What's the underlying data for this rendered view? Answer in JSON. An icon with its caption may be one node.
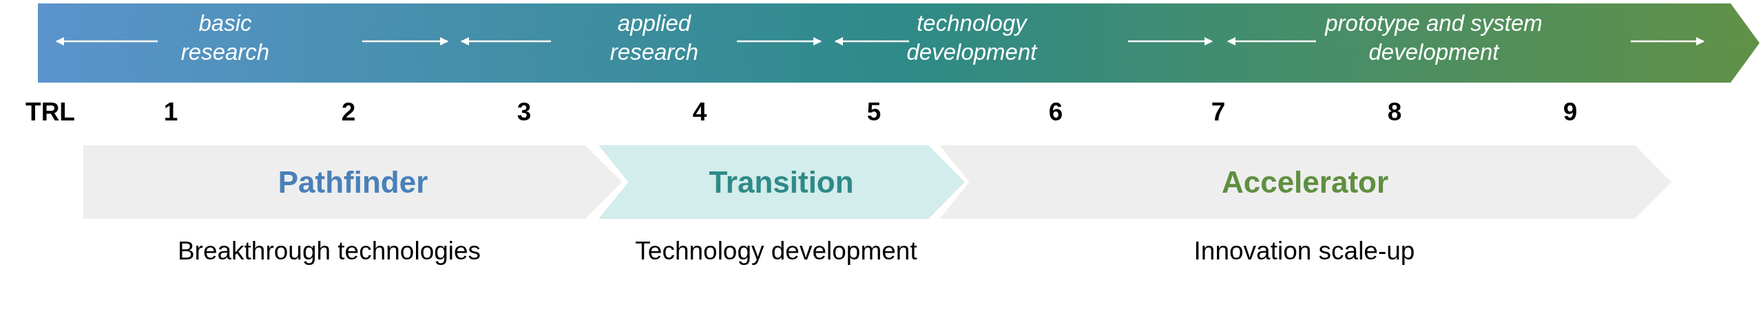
{
  "diagram": {
    "nodes": [
      {
        "text": [
          "basic research",
          "applied research",
          "technology development",
          "prototype and system development"
        ]
      },
      {
        "text": [
          "Pathfinder"
        ],
        "beside": [
          "Breakthrough technologies"
        ]
      },
      {
        "text": [
          "Transition"
        ],
        "beside": [
          "Technology development"
        ]
      },
      {
        "text": [
          "Accelerator"
        ],
        "beside": [
          "Innovation scale-up"
        ]
      }
    ],
    "labels": [
      "TRL",
      "1",
      "2",
      "3",
      "4",
      "5",
      "6",
      "7",
      "8",
      "9"
    ]
  }
}
